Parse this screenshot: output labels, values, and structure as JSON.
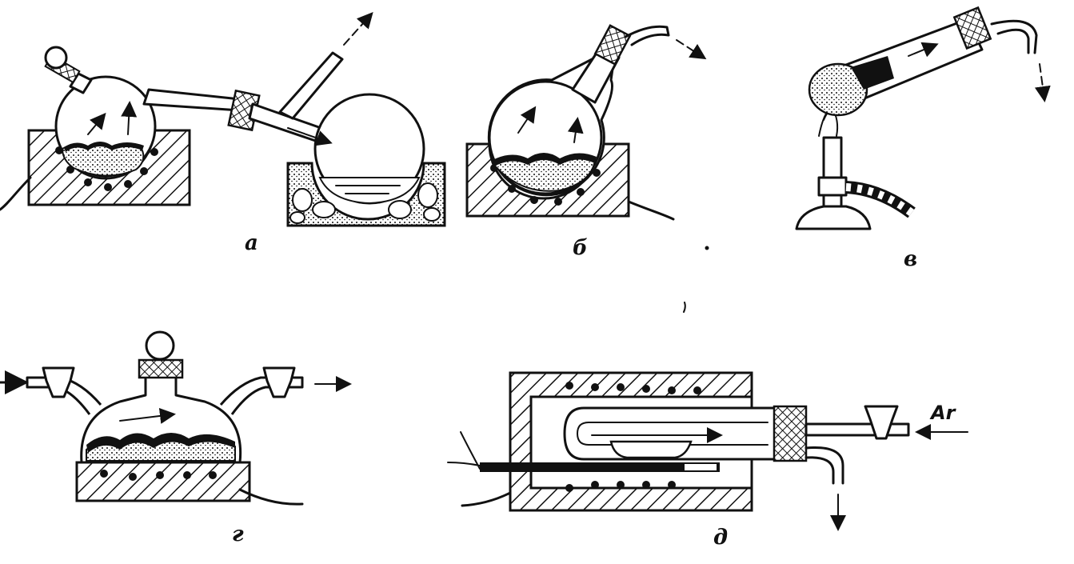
{
  "panels": [
    {
      "id": "a",
      "label": "а"
    },
    {
      "id": "b",
      "label": "б"
    },
    {
      "id": "v",
      "label": "в"
    },
    {
      "id": "g",
      "label": "г"
    },
    {
      "id": "d",
      "label": "д"
    }
  ],
  "gas_label": "Ar",
  "colors": {
    "ink": "#111111",
    "background": "#ffffff"
  }
}
